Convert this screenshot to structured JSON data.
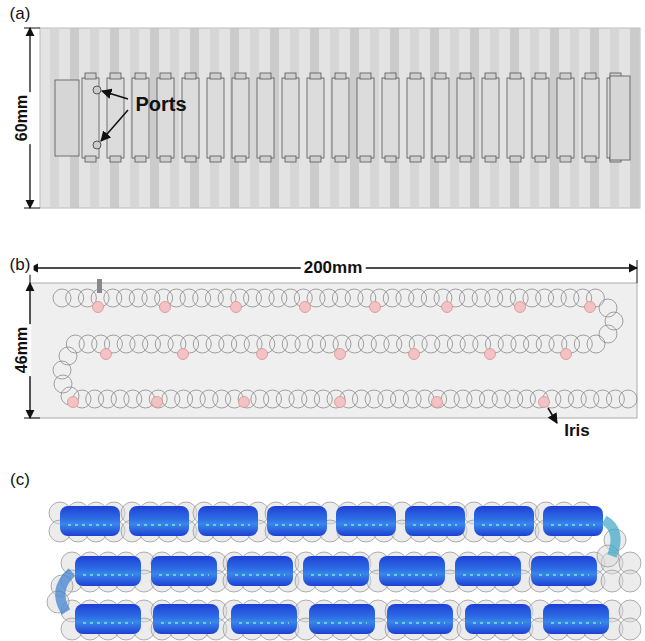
{
  "diagram": {
    "labels": [
      "(a)",
      "60mm",
      "Ports",
      "(b)",
      "200mm",
      "46mm",
      "Iris",
      "(c)"
    ]
  }
}
